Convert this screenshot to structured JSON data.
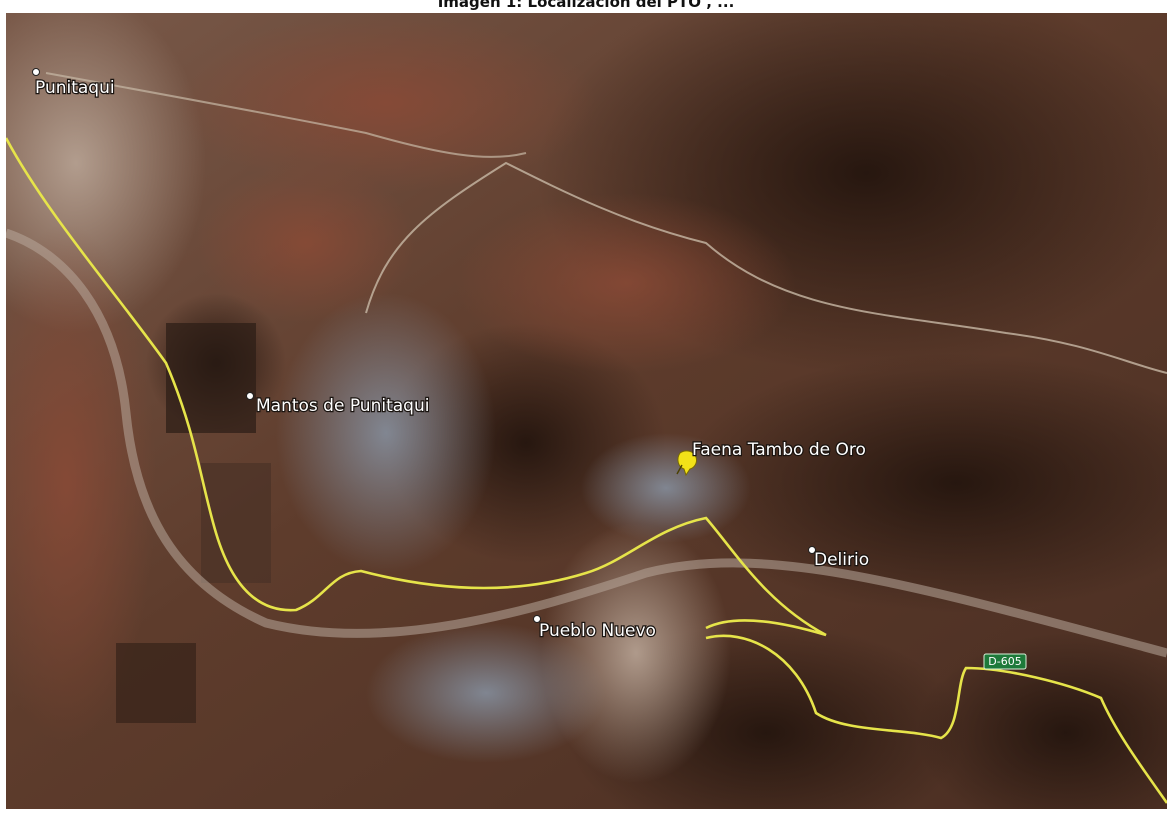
{
  "caption": "Imagen 1: Localización del PTO ,  ...",
  "colors": {
    "road": "#e6e44a",
    "terrain_dark": "#3a2418",
    "terrain_mid": "#6b4532",
    "terrain_light": "#9a7a66",
    "pin": "#f2e218",
    "road_badge": "#1e7a3a"
  },
  "places": [
    {
      "id": "punitaqui",
      "label": "Punitaqui",
      "icon": "place-dot-icon"
    },
    {
      "id": "mantos",
      "label": "Mantos de Punitaqui",
      "icon": "place-dot-icon"
    },
    {
      "id": "faena",
      "label": "Faena Tambo de Oro",
      "icon": "pushpin-icon"
    },
    {
      "id": "delirio",
      "label": "Delirio",
      "icon": "place-dot-icon"
    },
    {
      "id": "pueblo",
      "label": "Pueblo Nuevo",
      "icon": "place-dot-icon"
    }
  ],
  "road_badge": {
    "label": "D-605"
  }
}
